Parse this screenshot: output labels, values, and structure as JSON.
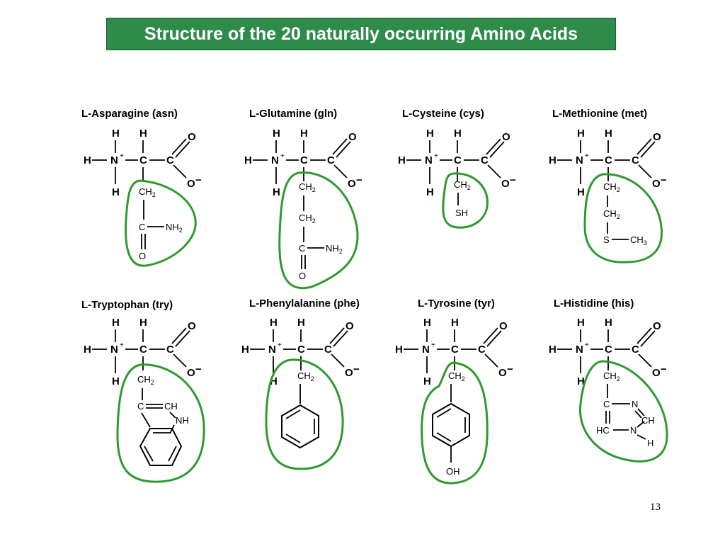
{
  "title": "Structure of the 20 naturally occurring Amino Acids",
  "page_number": "13",
  "highlight_color": "#2e9a2e",
  "atoms": {
    "h": "H",
    "n": "N",
    "c": "C",
    "o": "O",
    "plus": "+",
    "minus": "−",
    "ch": "CH",
    "sub2": "2",
    "sub3": "3",
    "nh": "NH",
    "sh": "SH",
    "s": "S",
    "oh": "OH",
    "hc": "HC"
  },
  "amino_acids": [
    {
      "name": "L-Asparagine (asn)"
    },
    {
      "name": "L-Glutamine (gln)"
    },
    {
      "name": "L-Cysteine (cys)"
    },
    {
      "name": "L-Methionine (met)"
    },
    {
      "name": "L-Tryptophan (try)"
    },
    {
      "name": "L-Phenylalanine (phe)"
    },
    {
      "name": "L-Tyrosine (tyr)"
    },
    {
      "name": "L-Histidine (his)"
    }
  ]
}
